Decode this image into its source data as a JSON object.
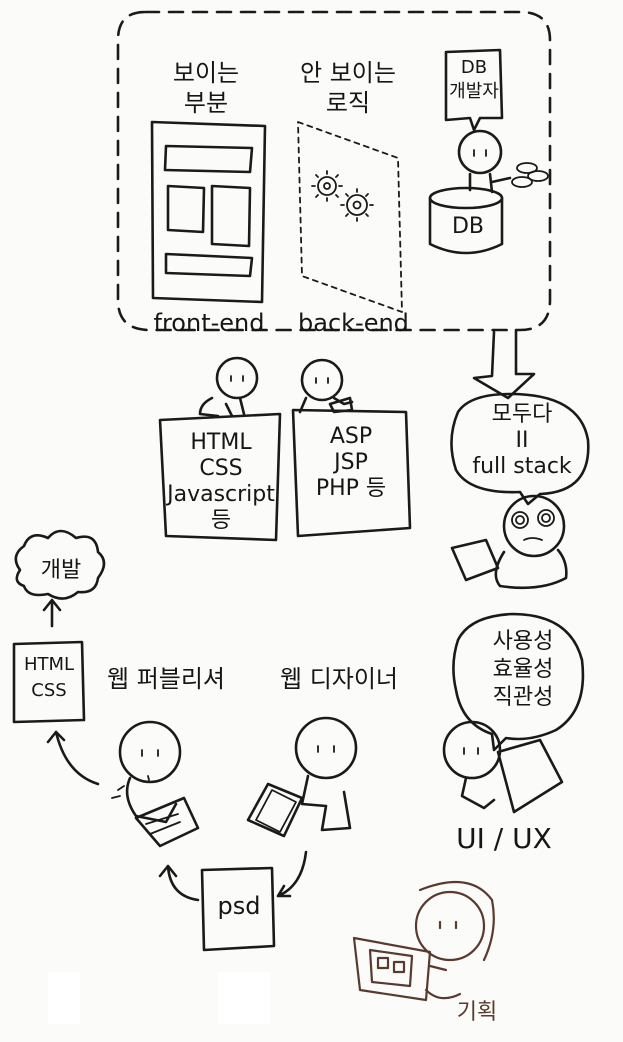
{
  "top_section": {
    "visible_part": "보이는\n부분",
    "invisible_logic": "안 보이는\n로직",
    "db_developer": "DB\n개발자",
    "db_label": "DB",
    "front_end": "front-end",
    "back_end": "back-end"
  },
  "front_end_box": {
    "lines": [
      "HTML",
      "CSS",
      "Javascript",
      "등"
    ]
  },
  "back_end_box": {
    "lines": [
      "ASP",
      "JSP",
      "PHP 등"
    ]
  },
  "full_stack_bubble": {
    "line1": "모두다",
    "line2": "II",
    "line3": "full stack"
  },
  "bottom_section": {
    "develop_cloud": "개발",
    "html_css_box": "HTML\nCSS",
    "web_publisher": "웹 퍼블리셔",
    "web_designer": "웹 디자이너",
    "psd_box": "psd",
    "ux_bubble": [
      "사용성",
      "효율성",
      "직관성"
    ],
    "ui_ux": "UI / UX",
    "planning": "기획"
  },
  "colors": {
    "ink": "#1a1a1a",
    "paper": "#fbfbf9",
    "planner_ink": "#5a3a2e"
  }
}
